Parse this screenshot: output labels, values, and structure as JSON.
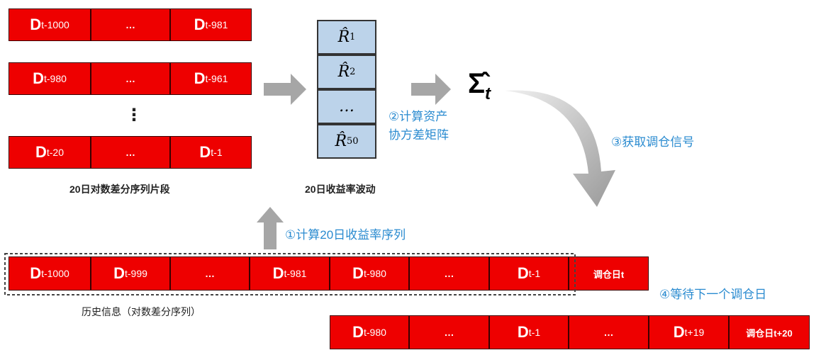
{
  "top_rows": [
    {
      "cells": [
        {
          "main": "D",
          "sub": "t-1000"
        },
        {
          "main": "…"
        },
        {
          "main": "D",
          "sub": "t-981"
        }
      ]
    },
    {
      "cells": [
        {
          "main": "D",
          "sub": "t-980"
        },
        {
          "main": "…"
        },
        {
          "main": "D",
          "sub": "t-961"
        }
      ]
    },
    {
      "cells": [
        {
          "main": "D",
          "sub": "t-20"
        },
        {
          "main": "…"
        },
        {
          "main": "D",
          "sub": "t-1"
        }
      ]
    }
  ],
  "vdots": "⋮",
  "caption_segments": "20日对数差分序列片段",
  "r_cells": [
    {
      "main": "R̂",
      "sup": "1"
    },
    {
      "main": "R̂",
      "sup": "2"
    },
    {
      "main": "…"
    },
    {
      "main": "R̂",
      "sup": "50"
    }
  ],
  "caption_returns": "20日收益率波动",
  "sigma": {
    "main": "Σ̂",
    "sub": "t"
  },
  "step2": [
    "②计算资产",
    "协方差矩阵"
  ],
  "step3": "③获取调仓信号",
  "step1": "①计算20日收益率序列",
  "step4": "④等待下一个调仓日",
  "bottom_row1": [
    {
      "main": "D",
      "sub": "t-1000"
    },
    {
      "main": "D",
      "sub": "t-999"
    },
    {
      "main": "…"
    },
    {
      "main": "D",
      "sub": "t-981"
    },
    {
      "main": "D",
      "sub": "t-980"
    },
    {
      "main": "…"
    },
    {
      "main": "D",
      "sub": "t-1"
    },
    {
      "main": "调仓日t"
    }
  ],
  "caption_history": "历史信息（对数差分序列）",
  "bottom_row2": [
    {
      "main": "D",
      "sub": "t-980"
    },
    {
      "main": "…"
    },
    {
      "main": "D",
      "sub": "t-1"
    },
    {
      "main": "…"
    },
    {
      "main": "D",
      "sub": "t+19"
    },
    {
      "main": "调仓日t+20"
    }
  ],
  "colors": {
    "cell": "#ee0000",
    "r_cell": "#bcd3ea",
    "arrow": "#a6a6a6",
    "step_text": "#2a8bd0"
  }
}
